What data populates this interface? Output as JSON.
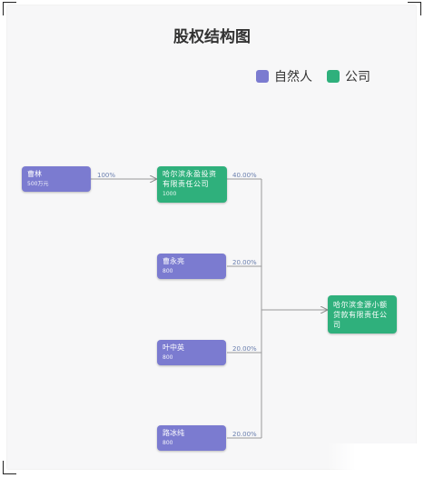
{
  "title": "股权结构图",
  "legend": [
    {
      "label": "自然人",
      "color": "#7b7bd0"
    },
    {
      "label": "公司",
      "color": "#2fb07c"
    }
  ],
  "nodes": {
    "cao_lin": {
      "name": "曹林",
      "sub": "500万元"
    },
    "harbin_holding": {
      "name": "哈尔滨永盈投资有限责任公司",
      "sub": "1000"
    },
    "cao_yongliang": {
      "name": "曹永亮",
      "sub": "800"
    },
    "ye_zhongying": {
      "name": "叶中英",
      "sub": "800"
    },
    "lu_bingchun": {
      "name": "路冰纯",
      "sub": "800"
    },
    "harbin_target": {
      "name": "哈尔滨金源小额贷款有限责任公司"
    }
  },
  "edges": {
    "cao_lin_to_holding": "100%",
    "holding_to_target": "40.00%",
    "cao_yongliang_to_target": "20.00%",
    "ye_zhongying_to_target": "20.00%",
    "lu_bingchun_to_target": "20.00%"
  }
}
